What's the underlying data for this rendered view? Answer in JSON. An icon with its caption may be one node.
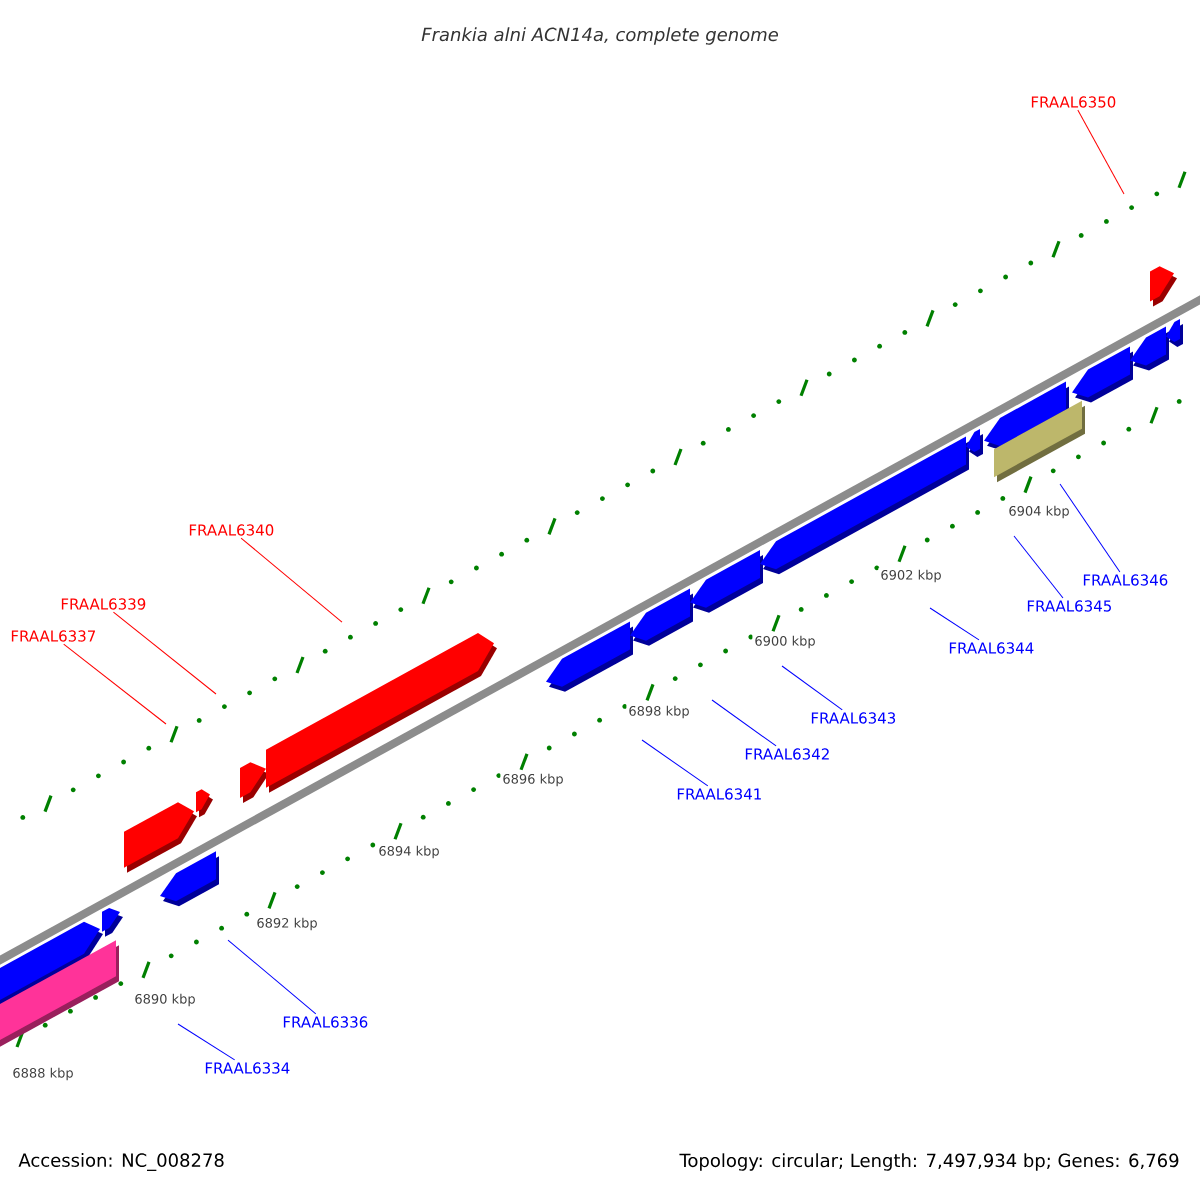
{
  "diagram": {
    "title": "*Frankia alni* ACN14a, complete genome",
    "nodes": [
      {
        "text": [
          "FRAAL6350"
        ]
      },
      {
        "text": [
          "FRAAL6340"
        ]
      },
      {
        "text": [
          "FRAAL6346"
        ]
      },
      {
        "text": [
          "FRAAL6345"
        ]
      },
      {
        "text": [
          "FRAAL6339"
        ]
      },
      {
        "text": [
          "FRAAL6337"
        ]
      },
      {
        "text": [
          "FRAAL6344"
        ]
      },
      {
        "text": [
          "FRAAL6343"
        ]
      },
      {
        "text": [
          "FRAAL6342"
        ]
      },
      {
        "text": [
          "FRAAL6341"
        ]
      },
      {
        "text": [
          "FRAAL6336"
        ]
      },
      {
        "text": [
          "FRAAL6334"
        ]
      }
    ],
    "edges": [
      {
        "from": 0,
        "to": null,
        "arrow": "none",
        "color": "#ff0000"
      },
      {
        "from": 1,
        "to": null,
        "arrow": "none",
        "color": "#ff0000"
      },
      {
        "from": 2,
        "to": null,
        "arrow": "none"
      },
      {
        "from": 3,
        "to": null,
        "arrow": "none"
      },
      {
        "from": 4,
        "to": null,
        "arrow": "none",
        "color": "#ff0000"
      },
      {
        "from": 5,
        "to": null,
        "arrow": "none",
        "color": "#ff0000"
      },
      {
        "from": 6,
        "to": null,
        "arrow": "none"
      },
      {
        "from": 7,
        "to": null,
        "arrow": "none"
      },
      {
        "from": 8,
        "to": null,
        "arrow": "none"
      },
      {
        "from": 9,
        "to": null,
        "arrow": "none"
      },
      {
        "from": 10,
        "to": null,
        "arrow": "none"
      },
      {
        "from": 11,
        "to": null,
        "arrow": "none"
      }
    ],
    "labels": [
      "6904 kbp",
      "6902 kbp",
      "6900 kbp",
      "6898 kbp",
      "6896 kbp",
      "6894 kbp",
      "6892 kbp",
      "6890 kbp",
      "6888 kbp",
      "Accession: NC_008278",
      "Topology: circular; Length: 7,497,934 bp; Genes: 6,769"
    ]
  }
}
